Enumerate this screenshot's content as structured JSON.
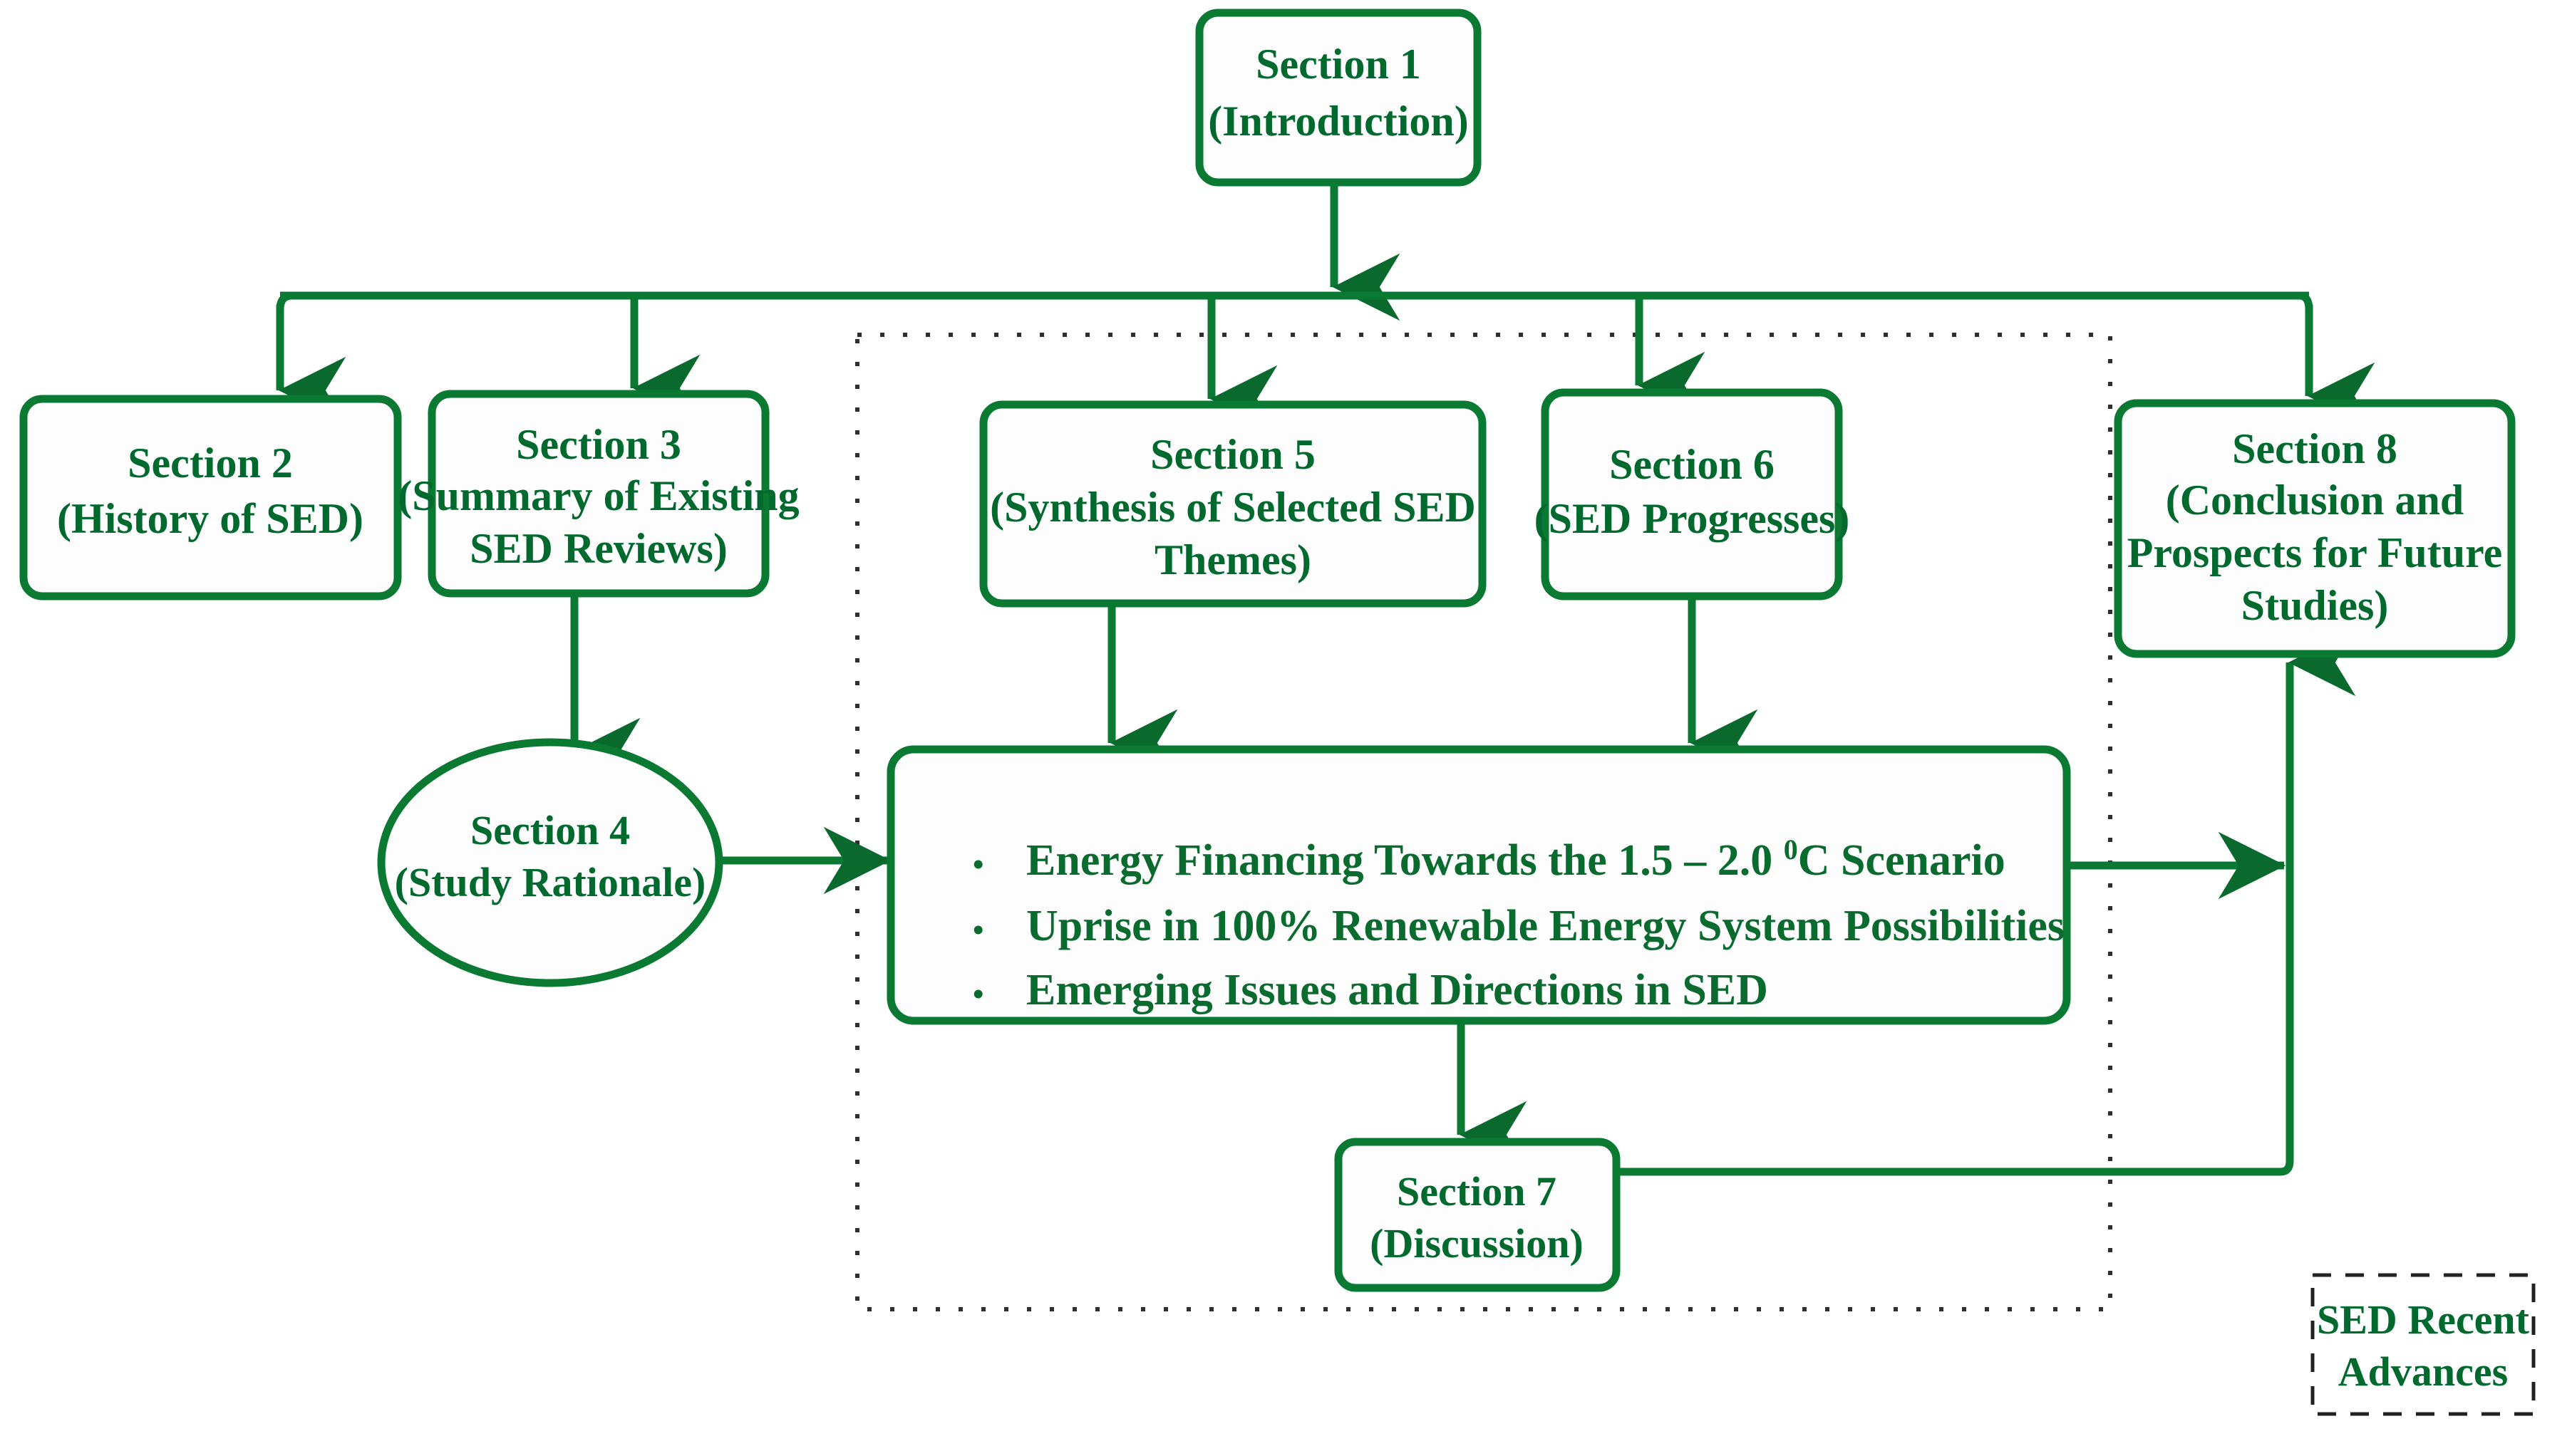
{
  "diagram": {
    "title": "SED Review Paper Structure Flowchart",
    "accent_color": "#0a7a33",
    "text_color": "#006a2e",
    "dotted_color": "#2f2f2f",
    "background_color": "#ffffff"
  },
  "nodes": {
    "section1": {
      "line1": "Section 1",
      "line2": "(Introduction)"
    },
    "section2": {
      "line1": "Section 2",
      "line2": "(History of SED)"
    },
    "section3": {
      "line1": "Section 3",
      "line2": "(Summary of Existing",
      "line3": "SED Reviews)"
    },
    "section4": {
      "line1": "Section 4",
      "line2": "(Study Rationale)"
    },
    "section5": {
      "line1": "Section 5",
      "line2": "(Synthesis of Selected SED",
      "line3": "Themes)"
    },
    "section6": {
      "line1": "Section 6",
      "line2": "(SED Progresses)"
    },
    "section7": {
      "line1": "Section 7",
      "line2": "(Discussion)"
    },
    "section8": {
      "line1": "Section 8",
      "line2": "(Conclusion and",
      "line3": "Prospects for Future",
      "line4": "Studies)"
    }
  },
  "themes_box": {
    "bullets": [
      {
        "pre": "Energy Financing Towards the 1.5 – 2.0 ",
        "sup": "0",
        "post": "C Scenario"
      },
      {
        "pre": "Uprise in 100% Renewable Energy System Possibilities",
        "sup": "",
        "post": ""
      },
      {
        "pre": "Emerging Issues and Directions in SED",
        "sup": "",
        "post": ""
      }
    ],
    "bullet_glyph": "•"
  },
  "legend": {
    "line1": "SED Recent",
    "line2": "Advances"
  },
  "edges": [
    {
      "name": "section1-to-bus",
      "from": "section1",
      "to": "distribution-bus"
    },
    {
      "name": "bus-to-section2",
      "from": "distribution-bus",
      "to": "section2"
    },
    {
      "name": "bus-to-section3",
      "from": "distribution-bus",
      "to": "section3"
    },
    {
      "name": "bus-to-section5",
      "from": "distribution-bus",
      "to": "section5"
    },
    {
      "name": "bus-to-section6",
      "from": "distribution-bus",
      "to": "section6"
    },
    {
      "name": "bus-to-section8",
      "from": "distribution-bus",
      "to": "section8"
    },
    {
      "name": "section3-to-section4",
      "from": "section3",
      "to": "section4"
    },
    {
      "name": "section4-to-themes",
      "from": "section4",
      "to": "themes_box"
    },
    {
      "name": "section5-to-themes",
      "from": "section5",
      "to": "themes_box"
    },
    {
      "name": "section6-to-themes",
      "from": "section6",
      "to": "themes_box"
    },
    {
      "name": "themes-to-section7",
      "from": "themes_box",
      "to": "section7"
    },
    {
      "name": "themes-to-section8",
      "from": "themes_box",
      "to": "section8"
    },
    {
      "name": "section7-to-section8",
      "from": "section7",
      "to": "section8"
    }
  ]
}
